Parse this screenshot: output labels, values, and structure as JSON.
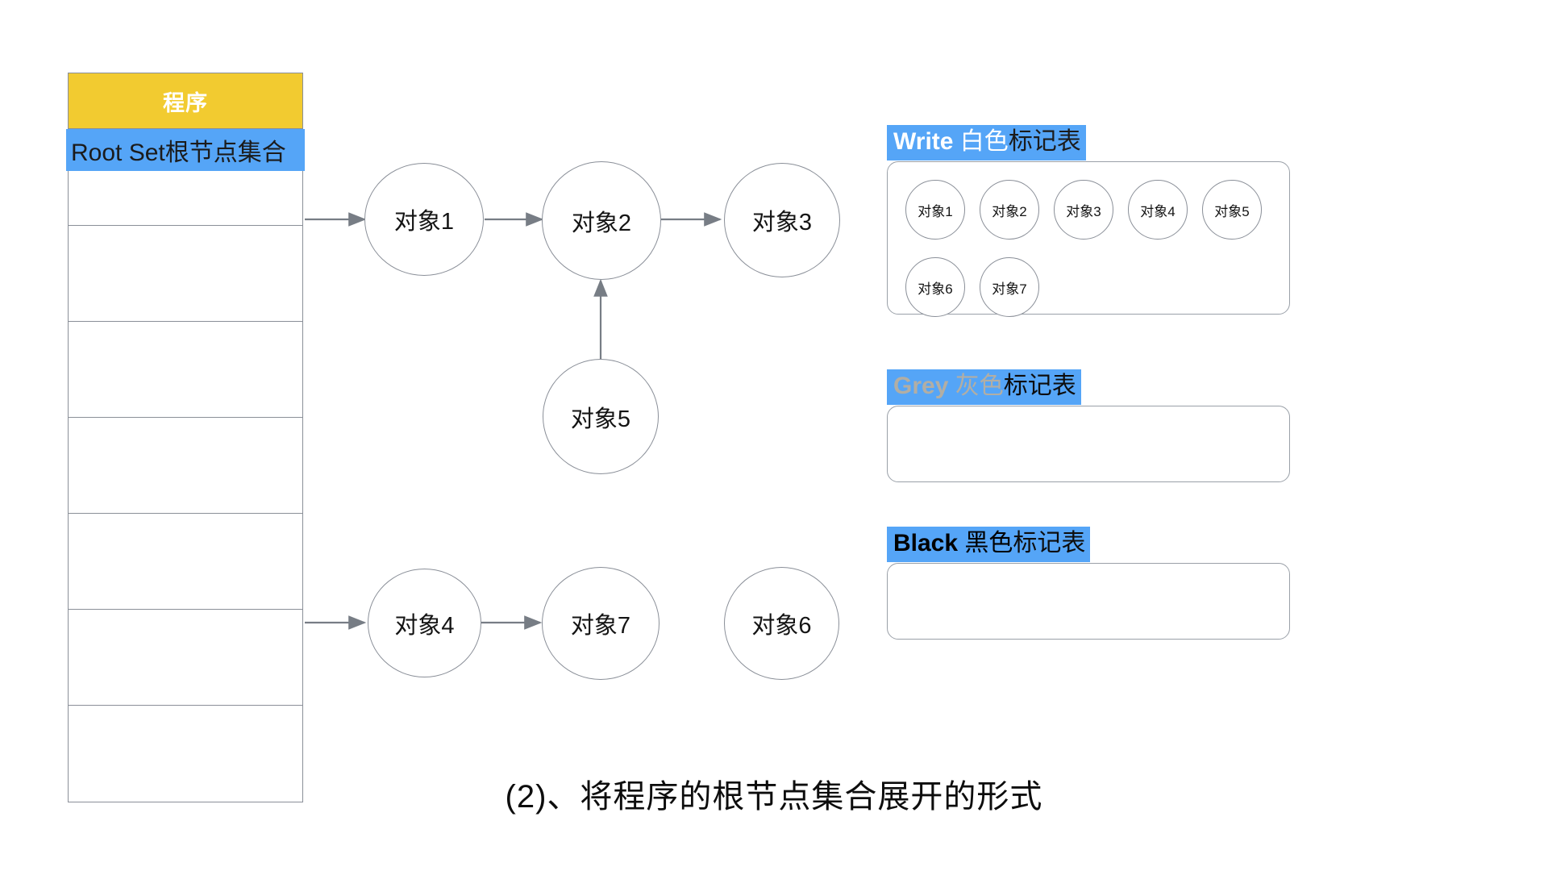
{
  "page": {
    "caption": "(2)、将程序的根节点集合展开的形式",
    "background_color": "#ffffff"
  },
  "program_table": {
    "header_label": "程序",
    "header_color": "#f2cb30",
    "rootset_label": "Root Set根节点集合",
    "rootset_color": "#55a5f7",
    "row_count": 6,
    "rows": [
      "",
      "",
      "",
      "",
      "",
      ""
    ]
  },
  "graph": {
    "nodes": [
      {
        "id": "obj1",
        "label": "对象1"
      },
      {
        "id": "obj2",
        "label": "对象2"
      },
      {
        "id": "obj3",
        "label": "对象3"
      },
      {
        "id": "obj5",
        "label": "对象5"
      },
      {
        "id": "obj4",
        "label": "对象4"
      },
      {
        "id": "obj7",
        "label": "对象7"
      },
      {
        "id": "obj6",
        "label": "对象6"
      }
    ],
    "edges": [
      {
        "from": "root-set",
        "to": "obj1"
      },
      {
        "from": "obj1",
        "to": "obj2"
      },
      {
        "from": "obj2",
        "to": "obj3"
      },
      {
        "from": "obj5",
        "to": "obj2"
      },
      {
        "from": "root-set",
        "to": "obj4"
      },
      {
        "from": "obj4",
        "to": "obj7"
      }
    ]
  },
  "panels": [
    {
      "id": "white",
      "title_en": "Write",
      "title_cn1": " 白色",
      "title_cn2": "标记表",
      "banner_color": "#55a5f7",
      "items": [
        "对象1",
        "对象2",
        "对象3",
        "对象4",
        "对象5",
        "对象6",
        "对象7"
      ]
    },
    {
      "id": "grey",
      "title_en": "Grey",
      "title_cn1": " 灰色",
      "title_cn2": "标记表",
      "banner_color": "#55a5f7",
      "items": []
    },
    {
      "id": "black",
      "title_en": "Black",
      "title_cn1": " 黑色",
      "title_cn2": "标记表",
      "banner_color": "#55a5f7",
      "items": []
    }
  ]
}
